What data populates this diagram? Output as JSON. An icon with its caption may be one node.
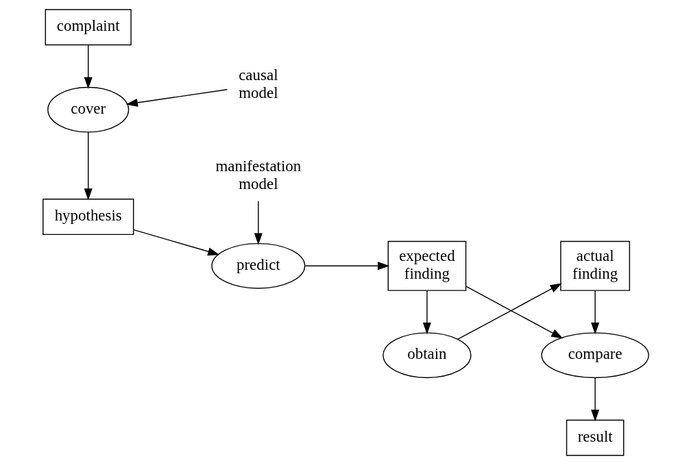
{
  "diagram": {
    "nodes": [
      {
        "text": [
          "complaint"
        ]
      },
      {
        "text": [
          "cover"
        ]
      },
      {
        "text": [
          "causal model"
        ]
      },
      {
        "text": [
          "hypothesis"
        ]
      },
      {
        "text": [
          "predict"
        ]
      },
      {
        "text": [
          "manifestation model"
        ]
      },
      {
        "text": [
          "expected finding"
        ]
      },
      {
        "text": [
          "obtain"
        ]
      },
      {
        "text": [
          "actual finding"
        ]
      },
      {
        "text": [
          "compare"
        ]
      },
      {
        "text": [
          "result"
        ]
      }
    ],
    "edges": [
      {
        "from": 0,
        "to": 1,
        "arrow": "to"
      },
      {
        "from": 2,
        "to": 1,
        "arrow": "to"
      },
      {
        "from": 1,
        "to": 3,
        "arrow": "to"
      },
      {
        "from": 3,
        "to": 4,
        "arrow": "to"
      },
      {
        "from": 5,
        "to": 4,
        "arrow": "to"
      },
      {
        "from": 4,
        "to": 6,
        "arrow": "to"
      },
      {
        "from": 6,
        "to": 7,
        "arrow": "to"
      },
      {
        "from": 7,
        "to": 8,
        "arrow": "to"
      },
      {
        "from": 8,
        "to": 9,
        "arrow": "to"
      },
      {
        "from": 6,
        "to": 9,
        "arrow": "to"
      },
      {
        "from": 9,
        "to": 10,
        "arrow": "to"
      }
    ]
  }
}
